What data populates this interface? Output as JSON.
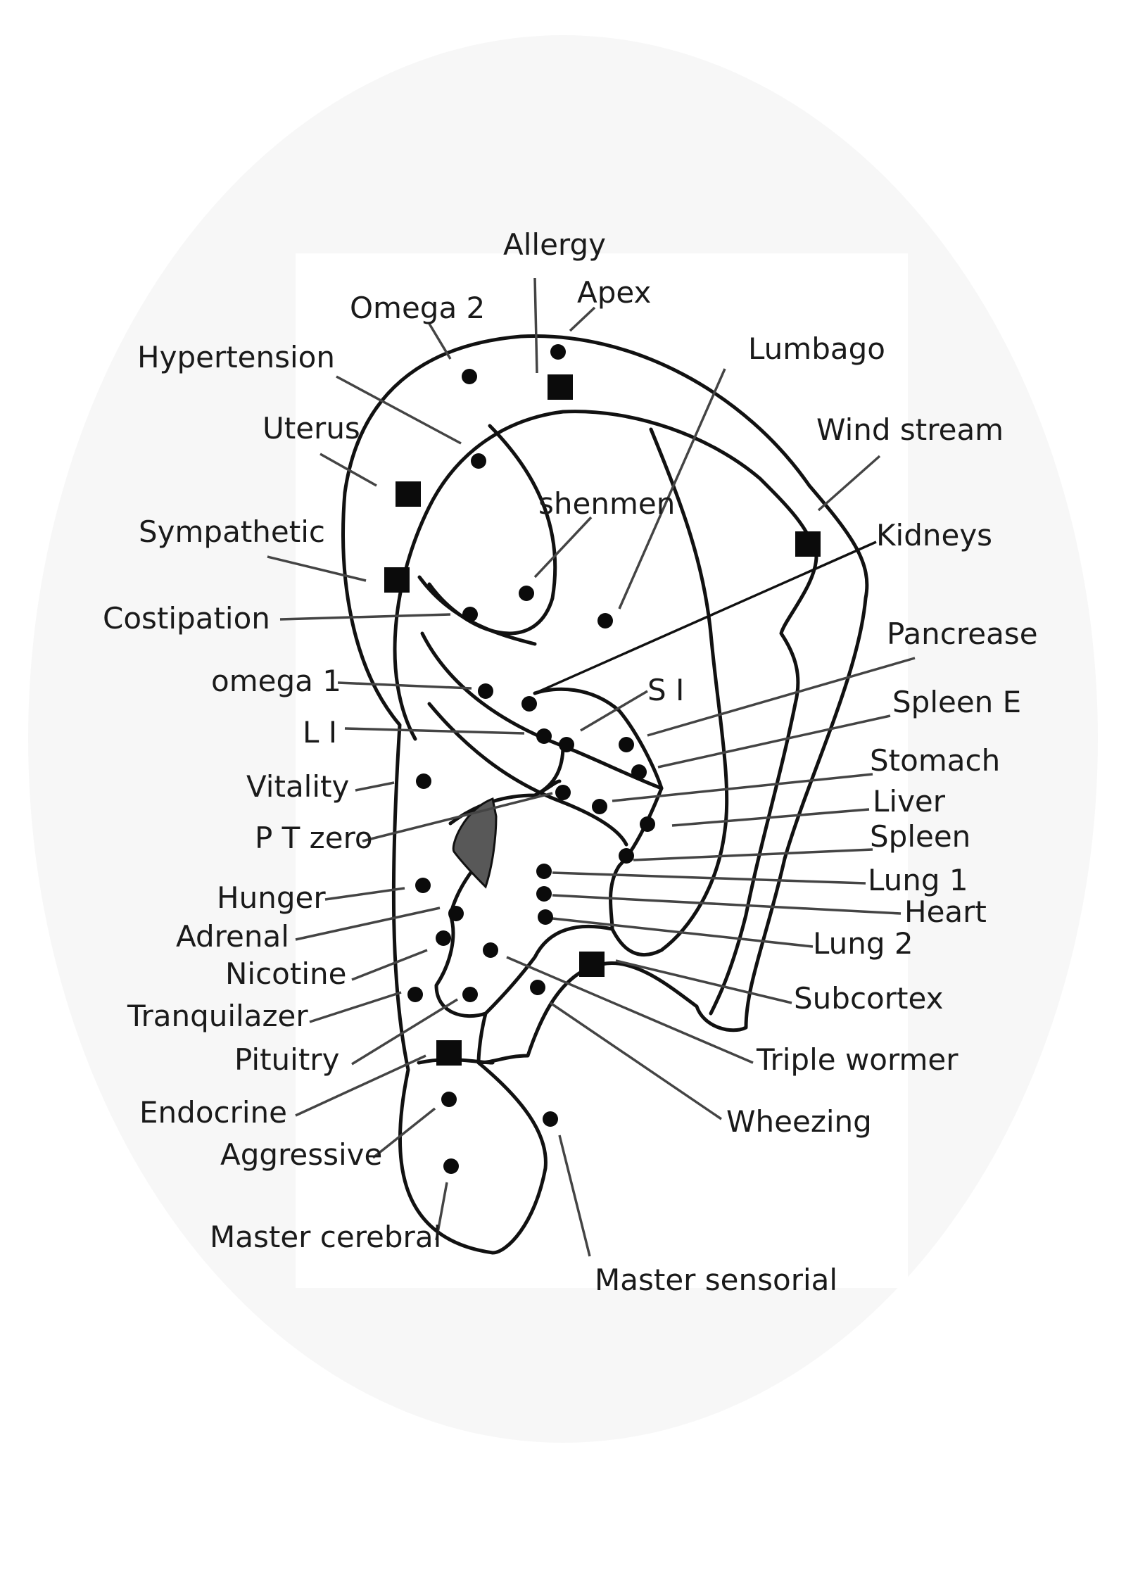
{
  "points": {
    "allergy": "Allergy",
    "apex": "Apex",
    "omega2": "Omega 2",
    "hypertension": "Hypertension",
    "lumbago": "Lumbago",
    "uterus": "Uterus",
    "wind_stream": "Wind stream",
    "shenmen": "shenmen",
    "kidneys": "Kidneys",
    "sympathetic": "Sympathetic",
    "costipation": "Costipation",
    "pancrease": "Pancrease",
    "omega1": "omega 1",
    "si": "S I",
    "spleen_e": "Spleen E",
    "li": "L I",
    "stomach": "Stomach",
    "vitality": "Vitality",
    "liver": "Liver",
    "pt_zero": "P T zero",
    "spleen": "Spleen",
    "hunger": "Hunger",
    "lung1": "Lung 1",
    "adrenal": "Adrenal",
    "heart": "Heart",
    "nicotine": "Nicotine",
    "lung2": "Lung 2",
    "tranquilazer": "Tranquilazer",
    "subcortex": "Subcortex",
    "pituitry": "Pituitry",
    "triple_wormer": "Triple wormer",
    "endocrine": "Endocrine",
    "wheezing": "Wheezing",
    "aggressive": "Aggressive",
    "master_cerebral": "Master cerebral",
    "master_sensorial": "Master sensorial"
  }
}
